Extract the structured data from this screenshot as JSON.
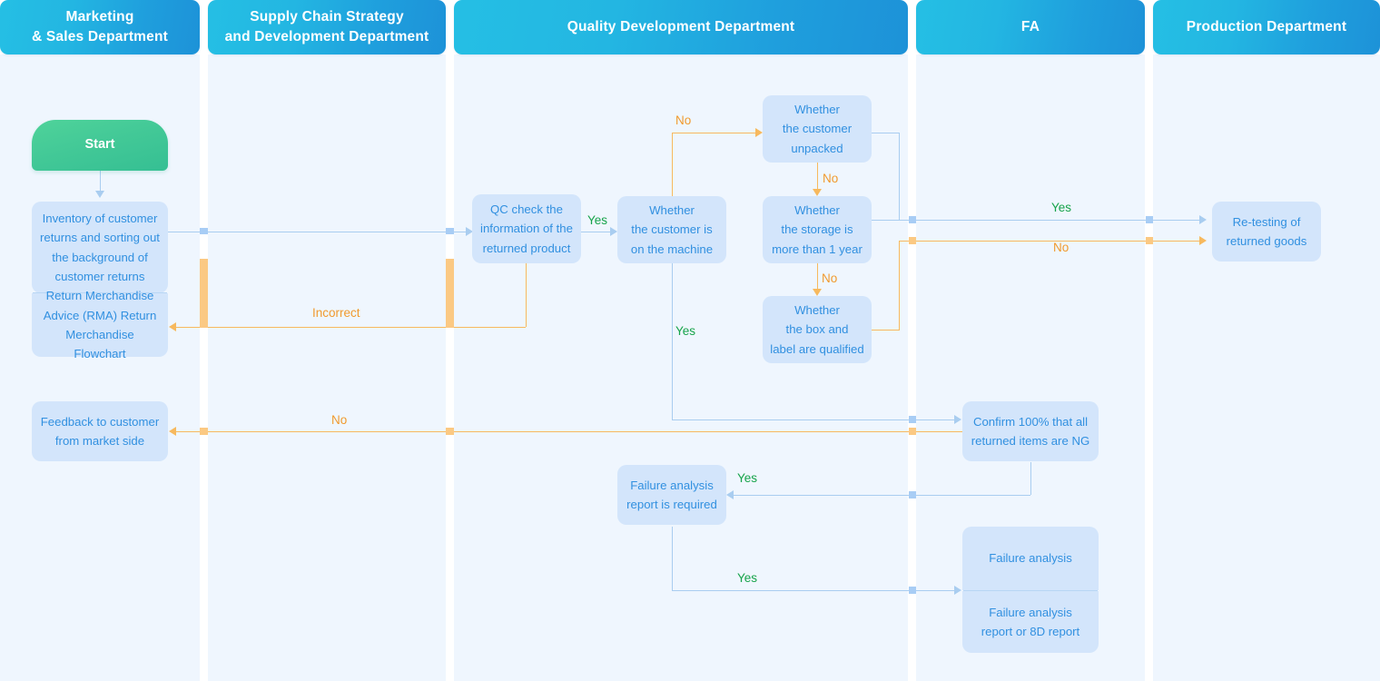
{
  "diagram": {
    "title": "Return Merchandise Advice (RMA) Return Merchandise Flowchart",
    "colors": {
      "lane_header_start": "#25bfe4",
      "lane_header_end": "#1d92d8",
      "lane_body": "#eff6fe",
      "node_fill": "#d3e5fb",
      "node_text": "#3190e0",
      "start_fill": "#43c997",
      "connector_blue": "#a9cdf0",
      "connector_orange": "#f7b95e",
      "label_yes": "#16a34a",
      "label_no": "#f09a2e"
    }
  },
  "lanes": [
    {
      "id": "marketing",
      "label": "Marketing\n& Sales Department"
    },
    {
      "id": "supply-chain",
      "label": "Supply Chain Strategy\nand Development Department"
    },
    {
      "id": "quality",
      "label": "Quality Development Department"
    },
    {
      "id": "fa",
      "label": "FA"
    },
    {
      "id": "production",
      "label": "Production Department"
    }
  ],
  "lane_labels": {
    "marketing_line1": "Marketing",
    "marketing_line2": "& Sales Department",
    "supply_line1": "Supply Chain Strategy",
    "supply_line2": "and Development Department",
    "quality": "Quality Development Department",
    "fa": "FA",
    "production": "Production Department"
  },
  "nodes": {
    "start": {
      "label": "Start",
      "lane": "marketing",
      "shape": "terminator"
    },
    "inventory": {
      "line1": "Inventory of customer",
      "line2": "returns and sorting out",
      "line3": "the background of",
      "line4": "customer returns",
      "lane": "marketing",
      "shape": "process"
    },
    "rma": {
      "line1": "Return Merchandise",
      "line2": "Advice (RMA) Return",
      "line3": "Merchandise Flowchart",
      "lane": "marketing",
      "shape": "document"
    },
    "feedback": {
      "line1": "Feedback to customer",
      "line2": "from market side",
      "lane": "marketing",
      "shape": "process"
    },
    "qc_check": {
      "line1": "QC check the",
      "line2": "information of the",
      "line3": "returned product",
      "lane": "quality",
      "shape": "process"
    },
    "on_machine": {
      "line1": "Whether",
      "line2": "the customer is",
      "line3": "on the machine",
      "lane": "quality",
      "shape": "decision"
    },
    "unpacked": {
      "line1": "Whether",
      "line2": "the customer",
      "line3": "unpacked",
      "lane": "quality",
      "shape": "decision"
    },
    "storage": {
      "line1": "Whether",
      "line2": "the storage is",
      "line3": "more than 1 year",
      "lane": "quality",
      "shape": "decision"
    },
    "box_label": {
      "line1": "Whether",
      "line2": "the box and",
      "line3": "label are qualified",
      "lane": "quality",
      "shape": "decision"
    },
    "fa_report_required": {
      "line1": "Failure analysis",
      "line2": "report is required",
      "lane": "quality",
      "shape": "decision"
    },
    "confirm_ng": {
      "line1": "Confirm 100% that all",
      "line2": "returned items are NG",
      "lane": "fa",
      "shape": "process"
    },
    "failure_analysis": {
      "line1": "Failure analysis",
      "lane": "fa",
      "shape": "process"
    },
    "fa_8d_report": {
      "line1": "Failure analysis",
      "line2": "report or 8D report",
      "lane": "fa",
      "shape": "document"
    },
    "retesting": {
      "line1": "Re-testing of",
      "line2": "returned goods",
      "lane": "production",
      "shape": "process"
    }
  },
  "edge_labels": {
    "qc_yes": "Yes",
    "machine_no": "No",
    "unpacked_no": "No",
    "storage_no": "No",
    "machine_yes": "Yes",
    "incorrect": "Incorrect",
    "feedback_no": "No",
    "retest_yes": "Yes",
    "retest_no": "No",
    "fa_required_yes": "Yes",
    "fa_analysis_yes": "Yes"
  }
}
